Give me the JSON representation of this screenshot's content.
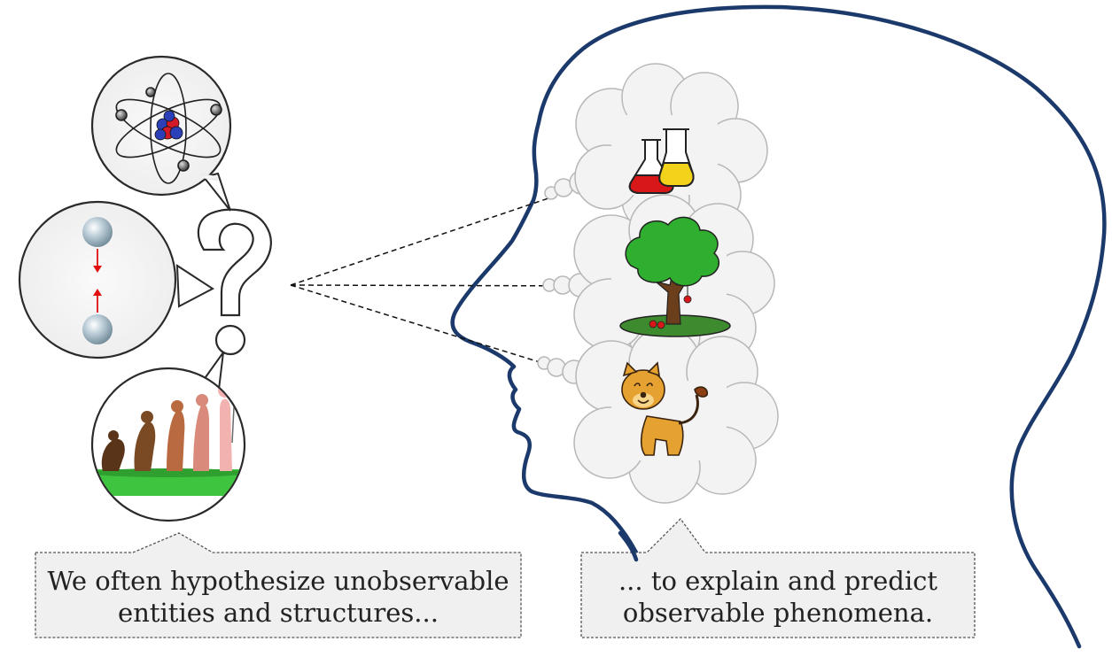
{
  "captions": {
    "left_line1": "We often hypothesize unobservable",
    "left_line2": "entities and structures...",
    "right_line1": "... to explain and predict",
    "right_line2": "observable phenomena."
  },
  "icons": {
    "question_mark": "question-mark-icon",
    "atom": "atom-icon",
    "attraction": "attracting-spheres-icon",
    "evolution": "evolution-icon",
    "flasks": "chemistry-flasks-icon",
    "tree": "apple-tree-icon",
    "lion": "lion-cub-icon",
    "head": "head-silhouette-icon"
  },
  "colors": {
    "head_outline": "#1b3a6b",
    "dashed_arrow": "#111111",
    "caption_box_fill": "#f0f0f0",
    "cloud_fill": "#f3f3f3",
    "red_arrow": "#e01010",
    "red_liquid": "#d81818",
    "yellow_liquid": "#f2d21a",
    "tree_green": "#2fae2f",
    "ground_green": "#3e8a2e",
    "lion": "#e6a230"
  }
}
